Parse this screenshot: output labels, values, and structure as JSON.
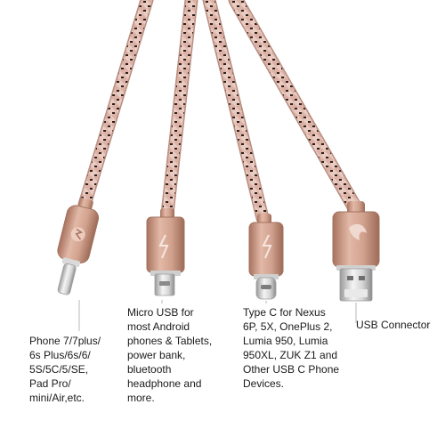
{
  "colors": {
    "background": "#ffffff",
    "braid_base": "#dcb2a6",
    "braid_dark": "#2b1f1c",
    "rose_gold": "#c9957e",
    "leader_line": "#b8b8b8",
    "text": "#1a1a1a"
  },
  "connectors": [
    {
      "name": "lightning",
      "icon": "lightning-plug-icon",
      "caption_lines": [
        "Phone 7/7plus/",
        "6s Plus/6s/6/",
        "5S/5C/5/SE,",
        "Pad Pro/",
        "mini/Air,etc."
      ]
    },
    {
      "name": "micro-usb",
      "icon": "micro-usb-plug-icon",
      "caption_lines": [
        "Micro USB for",
        "most Android",
        "phones & Tablets,",
        "power bank,",
        "bluetooth",
        "headphone and",
        "more."
      ]
    },
    {
      "name": "type-c",
      "icon": "type-c-plug-icon",
      "caption_lines": [
        "Type C for Nexus",
        "6P, 5X, OnePlus 2,",
        "Lumia 950, Lumia",
        "950XL, ZUK Z1 and",
        "Other USB C Phone",
        "Devices."
      ]
    },
    {
      "name": "usb-a",
      "icon": "usb-a-plug-icon",
      "caption_lines": [
        "USB Connector"
      ]
    }
  ]
}
